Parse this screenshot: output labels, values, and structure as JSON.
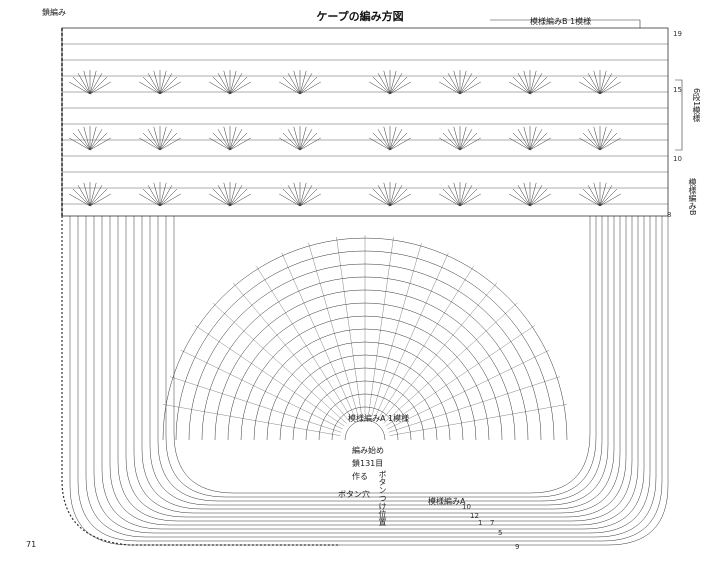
{
  "title": "ケープの編み方図",
  "labels": {
    "top_left": "鎖編み",
    "pattern_b": "模様編みB 1模様",
    "six_rows": "6段1模様",
    "pattern_b_vertical": "模様編みB",
    "pattern_a_center": "模様編みA 1模様",
    "start": "編み始め",
    "chain": "鎖131目",
    "make": "作る",
    "button_hole": "ボタン穴",
    "button_pos": "ボタンつけ位置",
    "pattern_a_bottom": "模様編みA",
    "page_number": "71"
  },
  "row_numbers": {
    "right_top": [
      "19",
      "15",
      "10",
      "8"
    ],
    "bottom": [
      "10",
      "12",
      "1",
      "7",
      "5",
      "9"
    ]
  },
  "colors": {
    "ink": "#222222",
    "paper": "#ffffff"
  }
}
